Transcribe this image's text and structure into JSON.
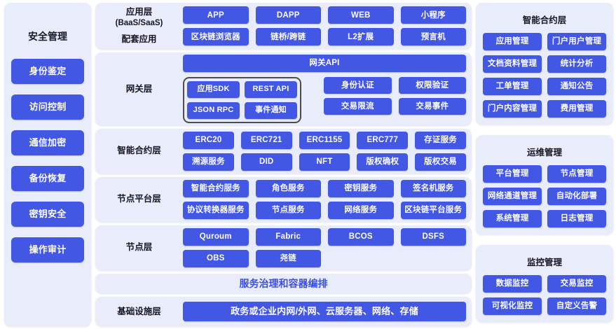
{
  "sidebar": {
    "title": "安全管理",
    "items": [
      {
        "label": "身份鉴定"
      },
      {
        "label": "访问控制"
      },
      {
        "label": "通信加密"
      },
      {
        "label": "备份恢复"
      },
      {
        "label": "密钥安全"
      },
      {
        "label": "操作审计"
      }
    ]
  },
  "layers": {
    "application": {
      "label_main": "应用层",
      "label_sub": "(BaaS/SaaS)",
      "label_second": "配套应用",
      "columns": [
        {
          "top": "APP",
          "bottom": "区块链浏览器"
        },
        {
          "top": "DAPP",
          "bottom": "链桥/跨链"
        },
        {
          "top": "WEB",
          "bottom": "L2扩展"
        },
        {
          "top": "小程序",
          "bottom": "预言机"
        }
      ]
    },
    "gateway": {
      "label": "网关层",
      "api_bar": "网关API",
      "sdk_group": [
        {
          "top": "应用SDK",
          "bottom": "JSON RPC"
        },
        {
          "top": "REST API",
          "bottom": "事件通知"
        }
      ],
      "right_columns": [
        {
          "top": "身份认证",
          "bottom": "交易限流"
        },
        {
          "top": "权限验证",
          "bottom": "交易事件"
        }
      ]
    },
    "smart_contract": {
      "label": "智能合约层",
      "columns": [
        {
          "top": "ERC20",
          "bottom": "溯源服务"
        },
        {
          "top": "ERC721",
          "bottom": "DID"
        },
        {
          "top": "ERC1155",
          "bottom": "NFT"
        },
        {
          "top": "ERC777",
          "bottom": "版权确权"
        },
        {
          "top": "存证服务",
          "bottom": "版权交易"
        }
      ]
    },
    "node_platform": {
      "label": "节点平台层",
      "columns": [
        {
          "top": "智能合约服务",
          "bottom": "协议转换器服务"
        },
        {
          "top": "角色服务",
          "bottom": "节点服务"
        },
        {
          "top": "密钥服务",
          "bottom": "网络服务"
        },
        {
          "top": "签名机服务",
          "bottom": "区块链平台服务"
        }
      ]
    },
    "node": {
      "label": "节点层",
      "columns": [
        {
          "top": "Quroum",
          "bottom": "OBS"
        },
        {
          "top": "Fabric",
          "bottom": "尧链"
        },
        {
          "top": "BCOS",
          "bottom": ""
        },
        {
          "top": "DSFS",
          "bottom": ""
        }
      ]
    },
    "service_band": {
      "label": "服务治理和容器编排"
    },
    "infrastructure": {
      "label": "基础设施层",
      "content": "政务或企业内网/外网、云服务器、网络、存储"
    }
  },
  "right_panels": [
    {
      "title": "智能合约层",
      "items": [
        "应用管理",
        "门户用户管理",
        "文档资料管理",
        "统计分析",
        "工单管理",
        "通知公告",
        "门户内容管理",
        "费用管理"
      ]
    },
    {
      "title": "运维管理",
      "items": [
        "平台管理",
        "节点管理",
        "网络通道管理",
        "自动化部署",
        "系统管理",
        "日志管理"
      ]
    },
    {
      "title": "监控管理",
      "items": [
        "数据监控",
        "交易监控",
        "可视化监控",
        "自定义告警"
      ]
    }
  ],
  "colors": {
    "button": "#4257e3",
    "panel": "#e9ecfb",
    "accent_text": "#3a4fe0",
    "group_border": "#4d4d4d"
  }
}
